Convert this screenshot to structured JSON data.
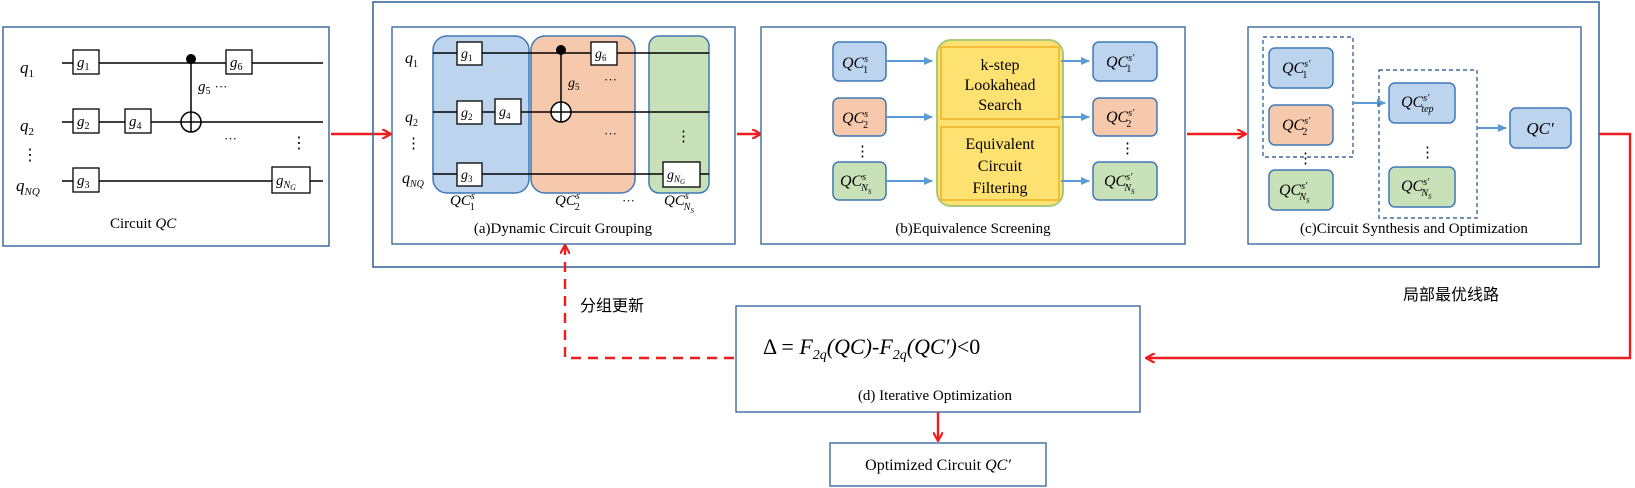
{
  "input_circuit": {
    "qubits": [
      "q",
      "q",
      "⋮",
      "q"
    ],
    "qubit_subs": [
      "1",
      "2",
      "",
      "NQ"
    ],
    "gate_base": "g",
    "gate_subs": [
      "1",
      "2",
      "3",
      "4",
      "5",
      "6",
      "N"
    ],
    "gate_sub_NG_sub": "G",
    "dots": "···",
    "vdots": "⋮",
    "caption_prefix": "Circuit ",
    "caption_math": "QC"
  },
  "panel_a": {
    "qubits": [
      "q",
      "q",
      "⋮",
      "q"
    ],
    "qubit_subs": [
      "1",
      "2",
      "",
      "NQ"
    ],
    "group_labels": [
      "QC",
      "QC",
      "QC"
    ],
    "group_sups": [
      "s",
      "s",
      "s"
    ],
    "group_subs": [
      "1",
      "2",
      "N"
    ],
    "group_sub_sub": "S",
    "dots": "···",
    "vdots": "⋮",
    "caption": "(a)Dynamic Circuit Grouping"
  },
  "panel_b": {
    "inputs": [
      "QC",
      "QC",
      "QC"
    ],
    "input_sups": [
      "s",
      "s",
      "s"
    ],
    "input_subs": [
      "1",
      "2",
      "N"
    ],
    "input_sub_sub": "S",
    "search_box": [
      "k-step",
      "Lookahead",
      "Search"
    ],
    "filter_box": [
      "Equivalent",
      "Circuit",
      "Filtering"
    ],
    "outputs": [
      "QC",
      "QC",
      "QC"
    ],
    "output_sups": [
      "s′",
      "s′",
      "s′"
    ],
    "output_subs": [
      "1",
      "2",
      "N"
    ],
    "vdots": "⋮",
    "caption": "(b)Equivalence Screening"
  },
  "panel_c": {
    "left": [
      "QC",
      "QC",
      "QC"
    ],
    "left_sups": [
      "s′",
      "s′",
      "s′"
    ],
    "left_subs": [
      "1",
      "2",
      "N"
    ],
    "mid": [
      "QC",
      "QC"
    ],
    "mid_sups": [
      "s′",
      "s′"
    ],
    "mid_subs": [
      "tep",
      "N"
    ],
    "final": "QC′",
    "vdots": "⋮",
    "caption": "(c)Circuit Synthesis and Optimization"
  },
  "local_label": "局部最优线路",
  "group_update_label": "分组更新",
  "panel_d": {
    "formula_delta": "Δ = ",
    "formula_F": "F",
    "formula_sub": "2q",
    "formula_arg1": "(QC)",
    "formula_minus": "-",
    "formula_arg2": "(QC′)",
    "formula_tail": "<0",
    "caption": "(d) Iterative Optimization"
  },
  "output_box": {
    "prefix": "Optimized Circuit ",
    "math": "QC′"
  },
  "colors": {
    "blue_fill": "#bcd4ee",
    "blue_stroke": "#3f78b5",
    "orange_fill": "#f6c9ac",
    "orange_stroke": "#3f78b5",
    "green_fill": "#c8e1b8",
    "green_stroke": "#3f78b5",
    "yellow_fill": "#fde272",
    "yellow_stroke": "#f0b52c",
    "panel_stroke": "#3d6aa0",
    "red_arrow": "#ee1c1c",
    "blue_arrow": "#5b9bd5"
  }
}
